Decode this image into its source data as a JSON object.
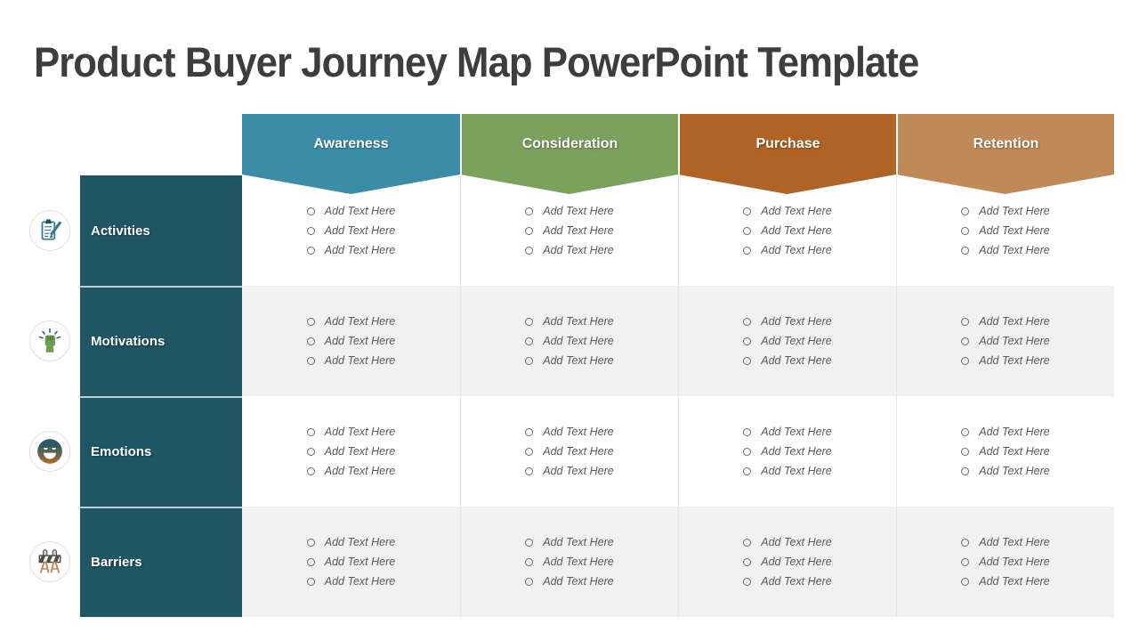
{
  "slide": {
    "title": "Product Buyer Journey Map PowerPoint Template"
  },
  "header": {
    "columns": [
      {
        "label": "Awareness",
        "color": "#3B8CA6"
      },
      {
        "label": "Consideration",
        "color": "#7CA15C"
      },
      {
        "label": "Purchase",
        "color": "#B06325"
      },
      {
        "label": "Retention",
        "color": "#BF8A57"
      }
    ]
  },
  "rows": [
    {
      "label": "Activities",
      "icon": "clipboard-pencil-icon"
    },
    {
      "label": "Motivations",
      "icon": "fist-rays-icon"
    },
    {
      "label": "Emotions",
      "icon": "smiley-face-icon"
    },
    {
      "label": "Barriers",
      "icon": "barricade-icon"
    }
  ],
  "cell_items": [
    "Add Text Here",
    "Add Text Here",
    "Add Text Here"
  ],
  "colors": {
    "title_text": "#3D3D3D",
    "row_label_bg": "#1F5663",
    "alt_row_bg": "#F1F1F1",
    "placeholder_text": "#595959",
    "header_text": "#FFFFFF",
    "row_separator": "#B9CDD8"
  }
}
